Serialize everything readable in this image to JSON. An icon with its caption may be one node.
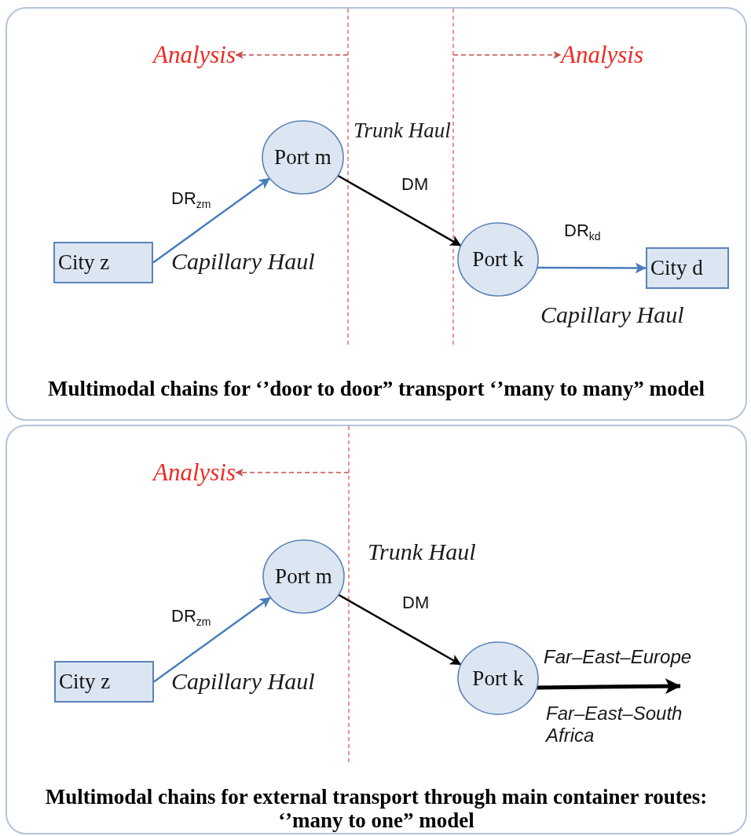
{
  "diagram": {
    "nodes": [
      {
        "text": [
          "Multimodal chains for ‘’door to door” transport ‘’many to many” model"
        ]
      },
      {
        "text": [
          "Analysis"
        ],
        "in": 0
      },
      {
        "text": [
          "Analysis"
        ],
        "in": 0
      },
      {
        "text": [
          "City z"
        ],
        "in": 0
      },
      {
        "text": [
          "Port m"
        ],
        "in": 0
      },
      {
        "text": [
          "Port k"
        ],
        "in": 0
      },
      {
        "text": [
          "City d"
        ],
        "in": 0
      },
      {
        "text": [
          "Multimodal chains for external transport through main container routes: ‘’many to one” model"
        ]
      },
      {
        "text": [
          "Analysis"
        ],
        "in": 7
      },
      {
        "text": [
          "City z"
        ],
        "in": 7
      },
      {
        "text": [
          "Port m"
        ],
        "in": 7
      },
      {
        "text": [
          "Port k"
        ],
        "in": 7
      }
    ],
    "edges": [
      {
        "from": null,
        "to": 1,
        "arrow": "to",
        "style": "dashed",
        "color": "#c0504d"
      },
      {
        "from": null,
        "to": 2,
        "arrow": "to",
        "style": "dashed",
        "color": "#c0504d"
      },
      {
        "from": 3,
        "to": 4,
        "arrow": "to",
        "label": "DR$_{zm}$",
        "color": "#4a7ebb"
      },
      {
        "from": 4,
        "to": 5,
        "arrow": "to",
        "label": "DM",
        "color": "#000000"
      },
      {
        "from": 5,
        "to": 6,
        "arrow": "to",
        "label": "DR$_{kd}$",
        "color": "#4a7ebb"
      },
      {
        "from": null,
        "to": 8,
        "arrow": "to",
        "style": "dashed",
        "color": "#c0504d"
      },
      {
        "from": 9,
        "to": 10,
        "arrow": "to",
        "label": "DR$_{zm}$",
        "color": "#4a7ebb"
      },
      {
        "from": 10,
        "to": 11,
        "arrow": "to",
        "label": "DM",
        "color": "#000000"
      },
      {
        "from": 11,
        "to": null,
        "arrow": "to",
        "style": "thick",
        "label": "Far–East–Europe",
        "color": "#000000"
      }
    ],
    "labels": [
      "Trunk Haul",
      "Capillary Haul",
      "Capillary Haul",
      "Trunk Haul",
      "Capillary Haul",
      "Far–East–South Africa"
    ]
  }
}
